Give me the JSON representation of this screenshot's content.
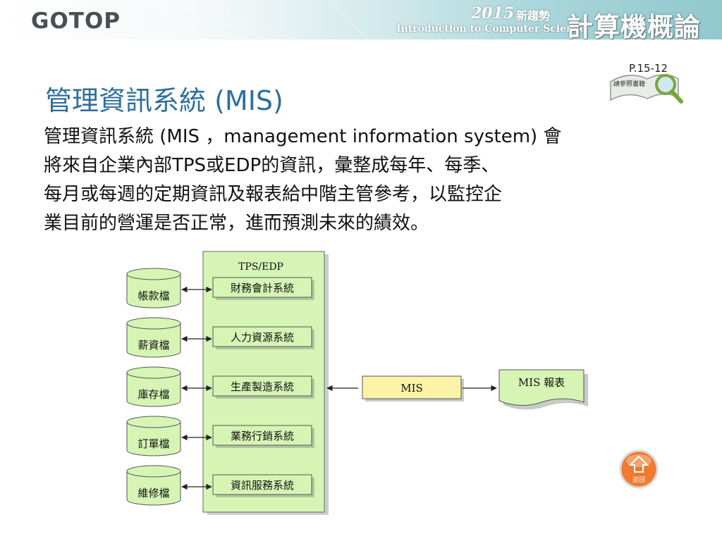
{
  "header": {
    "logo": "GOTOP",
    "year": "2015",
    "edition": "新趨勢",
    "subtitle": "Introduction to Computer Science",
    "book_title": "計算機概論"
  },
  "reference": {
    "page": "P.15-12",
    "label": "請參照書籍"
  },
  "title": "管理資訊系統 (MIS)",
  "paragraph": [
    "管理資訊系統 (MIS ，management information system) 會",
    "將來自企業內部TPS或EDP的資訊，彙整成每年、每季、",
    "每月或每週的定期資訊及報表給中階主管參考，以監控企",
    "業目前的營運是否正常，進而預測未來的績效。"
  ],
  "diagram": {
    "group_label": "TPS/EDP",
    "files": [
      "帳款檔",
      "薪資檔",
      "庫存檔",
      "訂單檔",
      "維修檔"
    ],
    "systems": [
      "財務會計系統",
      "人力資源系統",
      "生產製造系統",
      "業務行銷系統",
      "資訊服務系統"
    ],
    "mis_label": "MIS",
    "report_label": "MIS 報表"
  },
  "home_button": {
    "label": "返回"
  },
  "colors": {
    "title": "#2c6f9e",
    "panel": "#d6f5b5",
    "mis_box": "#fdf3a8",
    "home": "#f07a30"
  }
}
